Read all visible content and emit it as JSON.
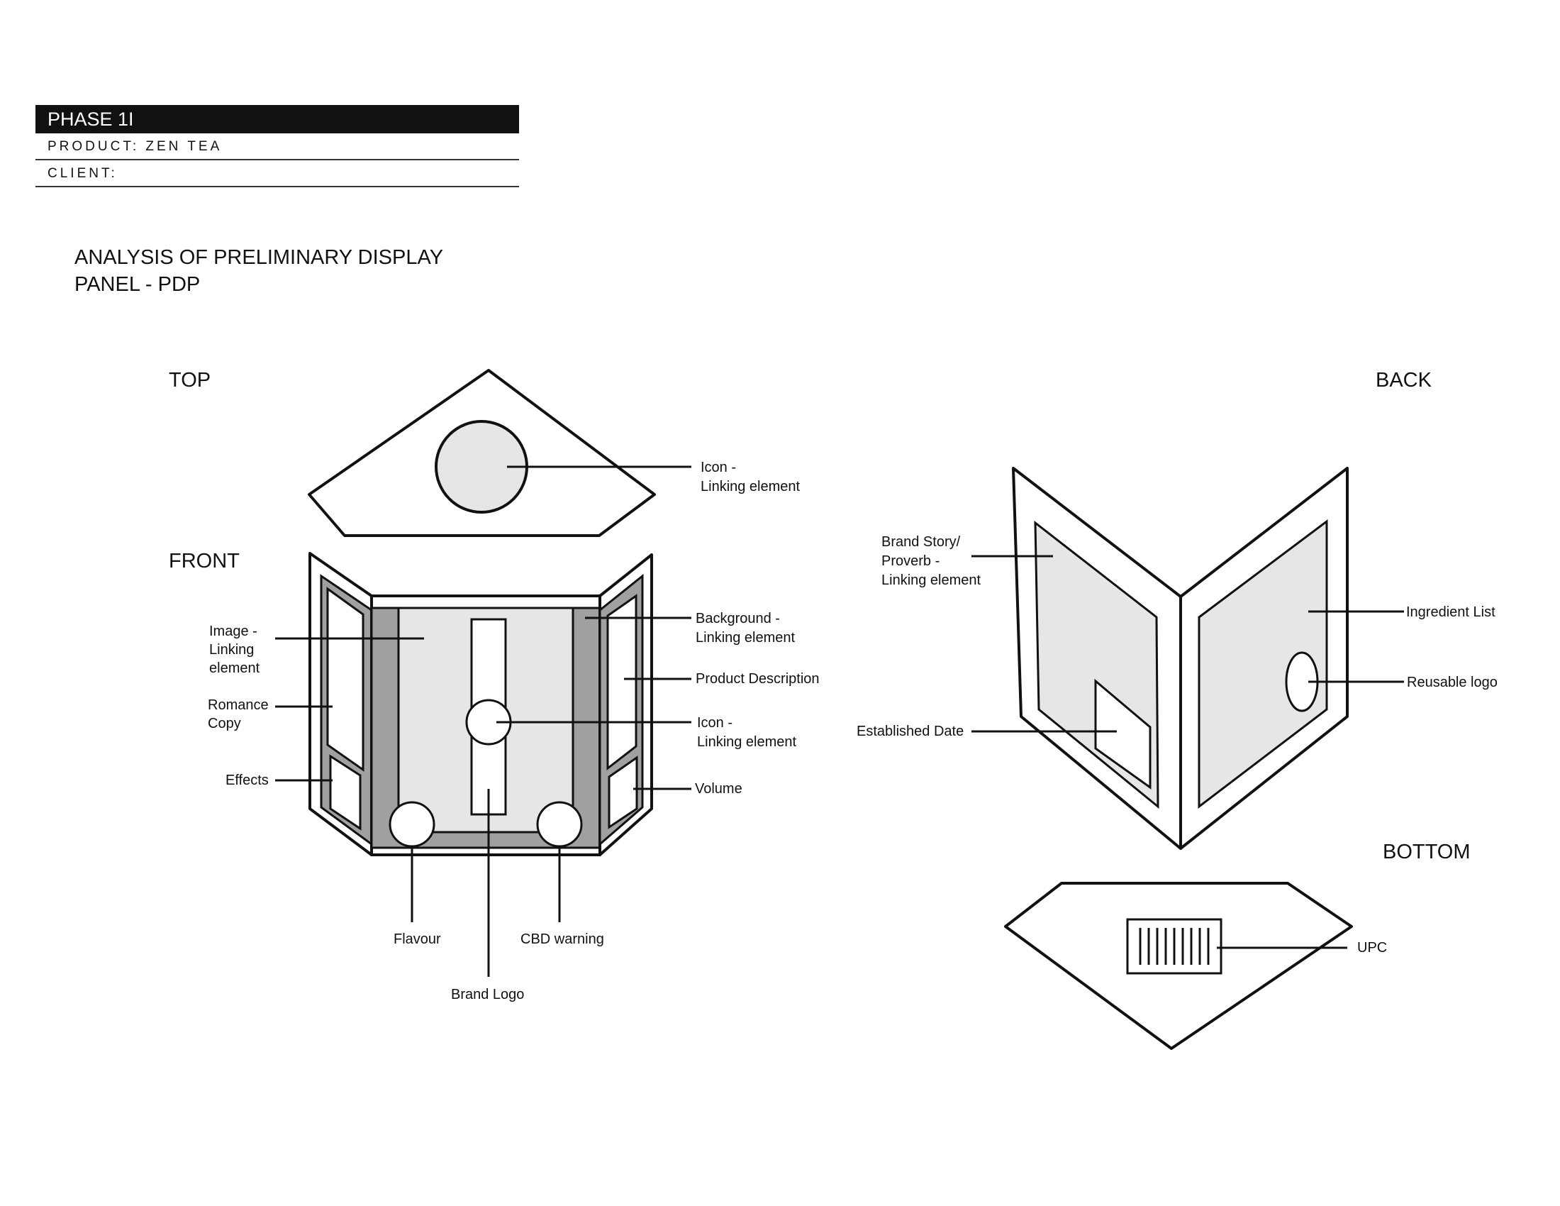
{
  "header": {
    "phase": "PHASE 1I",
    "product": "PRODUCT: ZEN TEA",
    "client": "CLIENT:"
  },
  "title": {
    "line1": "ANALYSIS OF PRELIMINARY DISPLAY",
    "line2": "PANEL - PDP"
  },
  "sections": {
    "top": "TOP",
    "front": "FRONT",
    "back": "BACK",
    "bottom": "BOTTOM"
  },
  "labels": {
    "top_icon": [
      "Icon -",
      "Linking element"
    ],
    "image": [
      "Image -",
      "Linking",
      "element"
    ],
    "romance": [
      "Romance",
      "Copy"
    ],
    "effects": [
      "Effects"
    ],
    "background": [
      "Background -",
      "Linking element"
    ],
    "product_description": [
      "Product Description"
    ],
    "front_icon": [
      "Icon -",
      "Linking element"
    ],
    "volume": [
      "Volume"
    ],
    "flavour": [
      "Flavour"
    ],
    "cbd_warning": [
      "CBD warning"
    ],
    "brand_logo": [
      "Brand Logo"
    ],
    "brand_story": [
      "Brand Story/",
      "Proverb -",
      "Linking element"
    ],
    "ingredient_list": [
      "Ingredient List"
    ],
    "reusable_logo": [
      "Reusable logo"
    ],
    "established_date": [
      "Established Date"
    ],
    "upc": [
      "UPC"
    ]
  },
  "colors": {
    "light_fill": "#e6e6e6",
    "mid_fill": "#a0a0a0",
    "header_bar": "#111111"
  }
}
